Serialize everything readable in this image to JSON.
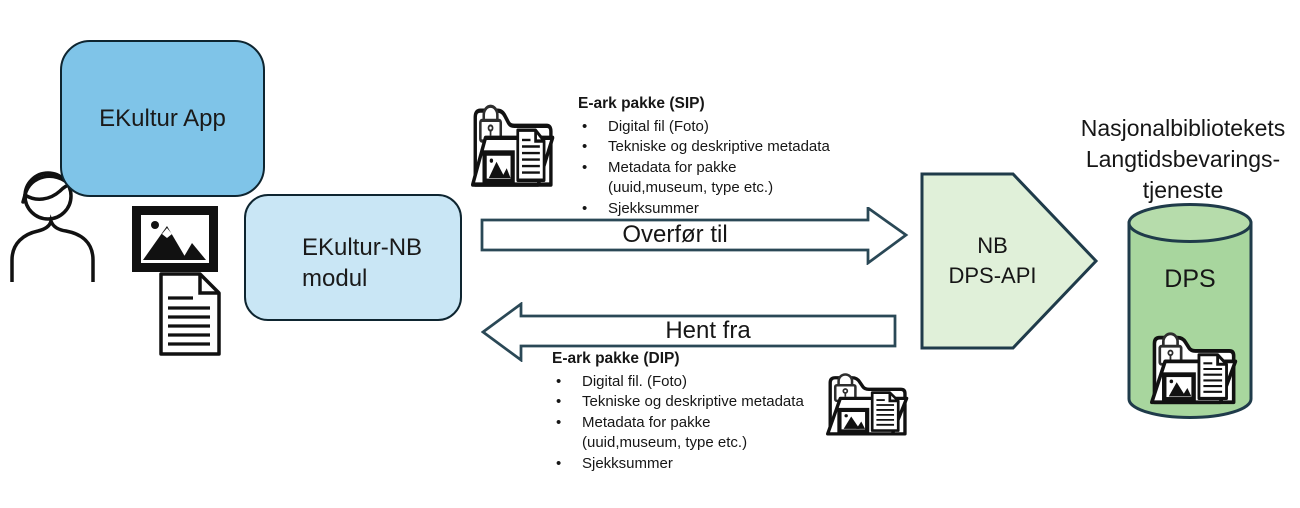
{
  "nodes": {
    "ekultur_app": {
      "label": "EKultur App",
      "fill": "#7FC4E8"
    },
    "ekultur_nb_modul": {
      "line1": "EKultur-NB",
      "line2": "modul",
      "fill": "#C9E6F5"
    },
    "nb_dps_api": {
      "line1": "NB",
      "line2": "DPS-API",
      "fill": "#E0F0D9"
    },
    "dps": {
      "label": "DPS",
      "fill": "#A8D69E"
    },
    "service_title": {
      "line1": "Nasjonalbibliotekets",
      "line2": "Langtidsbevarings-",
      "line3": "tjeneste"
    }
  },
  "arrows": {
    "transfer": {
      "label": "Overfør til",
      "direction": "right"
    },
    "fetch": {
      "label": "Hent fra",
      "direction": "left"
    }
  },
  "packages": {
    "sip": {
      "title": "E-ark pakke (SIP)",
      "items": [
        "Digital fil (Foto)",
        "Tekniske og deskriptive metadata",
        "Metadata for pakke",
        "(uuid,museum, type etc.)",
        "Sjekksummer"
      ]
    },
    "dip": {
      "title": "E-ark pakke (DIP)",
      "items": [
        "Digital fil. (Foto)",
        "Tekniske og deskriptive metadata",
        "Metadata for pakke",
        "(uuid,museum, type etc.)",
        "Sjekksummer"
      ]
    }
  },
  "icons": {
    "person": "person-outline-icon",
    "photo": "framed-photo-icon",
    "document": "text-document-icon",
    "package_folder": "locked-folder-with-photo-and-document-icon"
  },
  "colors": {
    "app_box_fill": "#7FC4E8",
    "module_box_fill": "#C9E6F5",
    "pentagon_fill": "#E0F0D9",
    "cylinder_fill": "#A8D69E",
    "cylinder_top_fill": "#B6DCAB",
    "shape_border": "#1F3B4A",
    "box_border": "#0E2530",
    "arrow_border": "#2A4856",
    "arrow_fill": "#FFFFFF",
    "icon_color": "#111111",
    "text_color": "#1A1A1A"
  }
}
